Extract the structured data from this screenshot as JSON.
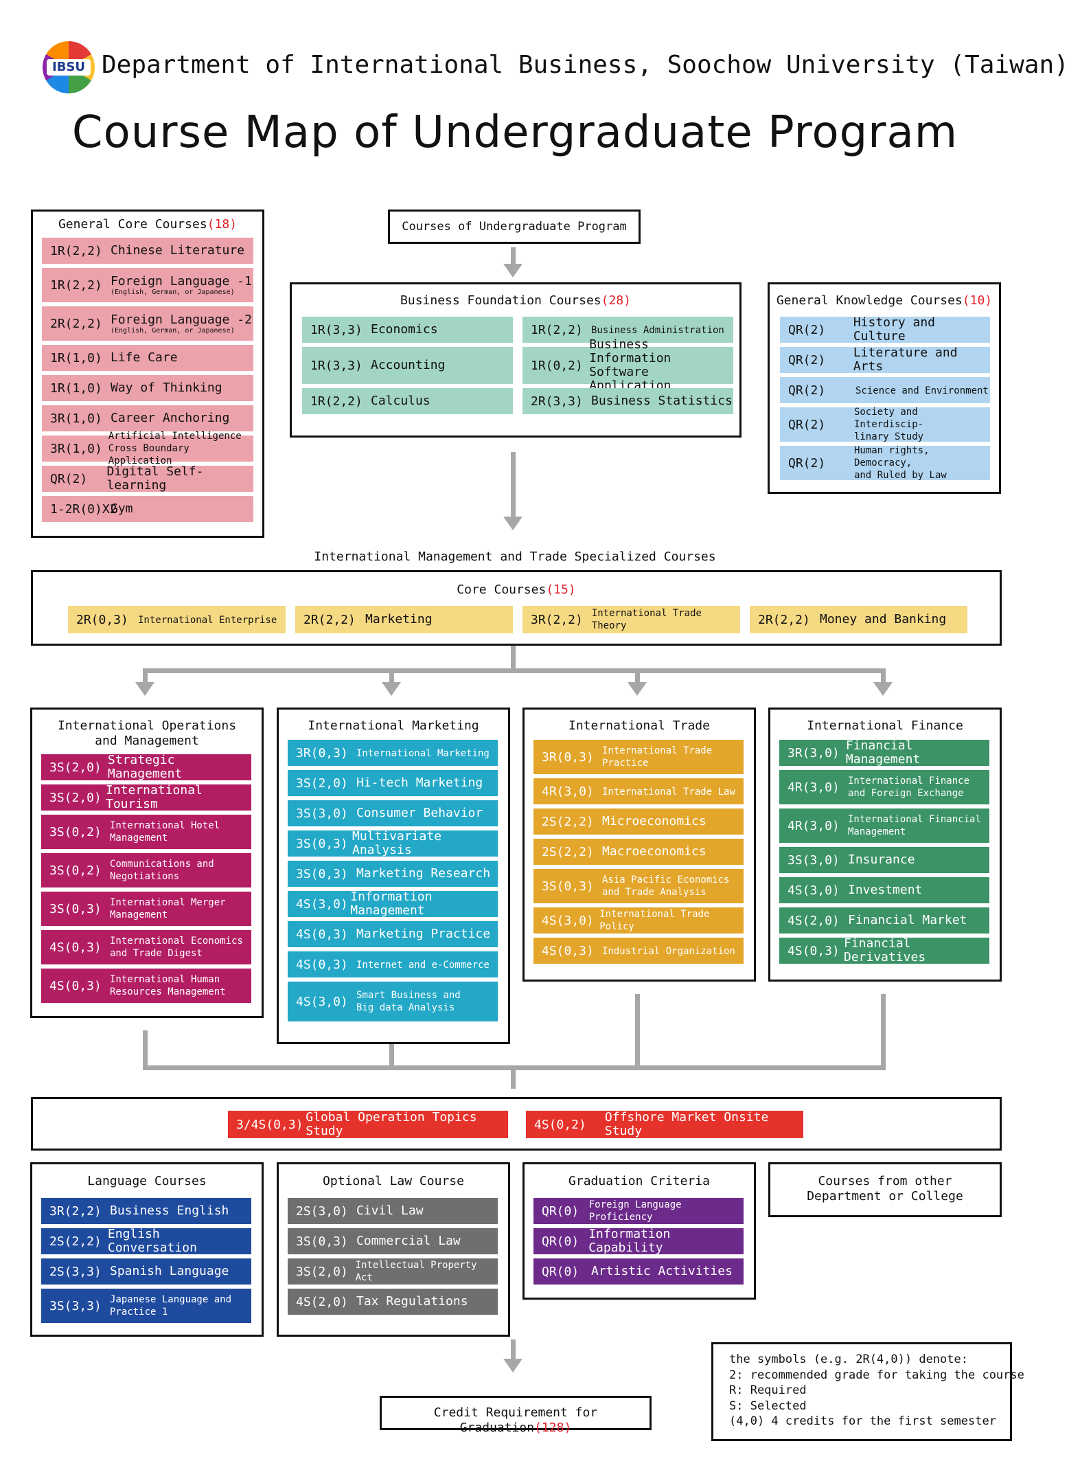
{
  "header": {
    "logo_text": "IBSU",
    "dept_title": "Department of International Business, Soochow University (Taiwan)",
    "map_title": "Course Map of Undergraduate Program"
  },
  "general_core": {
    "title": "General Core Courses",
    "credits": "(18)",
    "items": [
      {
        "code": "1R(2,2)",
        "name": "Chinese Literature",
        "sub": ""
      },
      {
        "code": "1R(2,2)",
        "name": "Foreign Language -1",
        "sub": "(English, German, or Japanese)"
      },
      {
        "code": "2R(2,2)",
        "name": "Foreign Language -2",
        "sub": "(English, German, or Japanese)"
      },
      {
        "code": "1R(1,0)",
        "name": "Life Care",
        "sub": ""
      },
      {
        "code": "1R(1,0)",
        "name": "Way of Thinking",
        "sub": ""
      },
      {
        "code": "3R(1,0)",
        "name": "Career Anchoring",
        "sub": ""
      },
      {
        "code": "3R(1,0)",
        "name": "Artificial Intelligence\nCross Boundary Application",
        "sub": ""
      },
      {
        "code": "QR(2)",
        "name": "Digital Self-learning",
        "sub": ""
      },
      {
        "code": "1-2R(0)X2",
        "name": "Gym",
        "sub": ""
      }
    ]
  },
  "program_box": {
    "title": "Courses of Undergraduate Program"
  },
  "business_foundation": {
    "title": "Business Foundation Courses",
    "credits": "(28)",
    "items": [
      {
        "code": "1R(3,3)",
        "name": "Economics"
      },
      {
        "code": "1R(2,2)",
        "name": "Business Administration"
      },
      {
        "code": "1R(3,3)",
        "name": "Accounting"
      },
      {
        "code": "1R(0,2)",
        "name": "Business Information\nSoftware Application"
      },
      {
        "code": "1R(2,2)",
        "name": "Calculus"
      },
      {
        "code": "2R(3,3)",
        "name": "Business Statistics"
      }
    ]
  },
  "general_knowledge": {
    "title": "General Knowledge Courses",
    "credits": "(10)",
    "items": [
      {
        "code": "QR(2)",
        "name": "History and Culture"
      },
      {
        "code": "QR(2)",
        "name": "Literature and Arts"
      },
      {
        "code": "QR(2)",
        "name": "Science and Environment"
      },
      {
        "code": "QR(2)",
        "name": "Society and Interdiscip-\nlinary Study"
      },
      {
        "code": "QR(2)",
        "name": "Human rights, Democracy,\nand Ruled by Law"
      }
    ]
  },
  "specialized": {
    "title": "International Management and Trade Specialized Courses",
    "core_title": "Core Courses",
    "core_credits": "(15)",
    "core_items": [
      {
        "code": "2R(0,3)",
        "name": "International Enterprise"
      },
      {
        "code": "2R(2,2)",
        "name": "Marketing"
      },
      {
        "code": "3R(2,2)",
        "name": "International Trade Theory"
      },
      {
        "code": "2R(2,2)",
        "name": "Money and Banking"
      }
    ]
  },
  "tracks": [
    {
      "title": "International Operations\nand Management",
      "items": [
        {
          "code": "3S(2,0)",
          "name": "Strategic Management"
        },
        {
          "code": "3S(2,0)",
          "name": "International Tourism"
        },
        {
          "code": "3S(0,2)",
          "name": "International Hotel\nManagement"
        },
        {
          "code": "3S(0,2)",
          "name": "Communications and\nNegotiations"
        },
        {
          "code": "3S(0,3)",
          "name": "International Merger\nManagement"
        },
        {
          "code": "4S(0,3)",
          "name": "International Economics\nand Trade Digest"
        },
        {
          "code": "4S(0,3)",
          "name": "International Human\nResources Management"
        }
      ]
    },
    {
      "title": "International Marketing",
      "items": [
        {
          "code": "3R(0,3)",
          "name": "International Marketing"
        },
        {
          "code": "3S(2,0)",
          "name": "Hi-tech Marketing"
        },
        {
          "code": "3S(3,0)",
          "name": "Consumer Behavior"
        },
        {
          "code": "3S(0,3)",
          "name": "Multivariate Analysis"
        },
        {
          "code": "3S(0,3)",
          "name": "Marketing Research"
        },
        {
          "code": "4S(3,0)",
          "name": "Information Management"
        },
        {
          "code": "4S(0,3)",
          "name": "Marketing Practice"
        },
        {
          "code": "4S(0,3)",
          "name": "Internet and e-Commerce"
        },
        {
          "code": "4S(3,0)",
          "name": "Smart Business and\nBig data Analysis"
        }
      ]
    },
    {
      "title": "International Trade",
      "items": [
        {
          "code": "3R(0,3)",
          "name": "International Trade\nPractice"
        },
        {
          "code": "4R(3,0)",
          "name": "International Trade Law"
        },
        {
          "code": "2S(2,2)",
          "name": "Microeconomics"
        },
        {
          "code": "2S(2,2)",
          "name": "Macroeconomics"
        },
        {
          "code": "3S(0,3)",
          "name": "Asia Pacific Economics\nand Trade Analysis"
        },
        {
          "code": "4S(3,0)",
          "name": "International Trade Policy"
        },
        {
          "code": "4S(0,3)",
          "name": "Industrial Organization"
        }
      ]
    },
    {
      "title": "International Finance",
      "items": [
        {
          "code": "3R(3,0)",
          "name": "Financial Management"
        },
        {
          "code": "4R(3,0)",
          "name": "International Finance\nand Foreign Exchange"
        },
        {
          "code": "4R(3,0)",
          "name": "International Financial\nManagement"
        },
        {
          "code": "3S(3,0)",
          "name": "Insurance"
        },
        {
          "code": "4S(3,0)",
          "name": "Investment"
        },
        {
          "code": "4S(2,0)",
          "name": "Financial Market"
        },
        {
          "code": "4S(0,3)",
          "name": "Financial Derivatives"
        }
      ]
    }
  ],
  "global_items": [
    {
      "code": "3/4S(0,3)",
      "name": "Global Operation Topics Study"
    },
    {
      "code": "4S(0,2)",
      "name": "Offshore Market Onsite Study"
    }
  ],
  "language": {
    "title": "Language Courses",
    "items": [
      {
        "code": "3R(2,2)",
        "name": "Business English"
      },
      {
        "code": "2S(2,2)",
        "name": "English Conversation"
      },
      {
        "code": "2S(3,3)",
        "name": "Spanish Language"
      },
      {
        "code": "3S(3,3)",
        "name": "Japanese Language and\nPractice 1"
      }
    ]
  },
  "law": {
    "title": "Optional Law Course",
    "items": [
      {
        "code": "2S(3,0)",
        "name": "Civil Law"
      },
      {
        "code": "3S(0,3)",
        "name": "Commercial Law"
      },
      {
        "code": "3S(2,0)",
        "name": "Intellectual Property Act"
      },
      {
        "code": "4S(2,0)",
        "name": "Tax Regulations"
      }
    ]
  },
  "graduation": {
    "title": "Graduation Criteria",
    "items": [
      {
        "code": "QR(0)",
        "name": "Foreign Language Proficiency"
      },
      {
        "code": "QR(0)",
        "name": "Information Capability"
      },
      {
        "code": "QR(0)",
        "name": "Artistic Activities"
      }
    ]
  },
  "other_dept": {
    "title": "Courses from other\nDepartment or College"
  },
  "credit_req": {
    "title": "Credit Requirement for Graduation",
    "credits": "(128)"
  },
  "legend": {
    "lines": [
      "the symbols (e.g. 2R(4,0)) denote:",
      "2: recommended grade for taking the course",
      "R: Required",
      "S: Selected",
      "(4,0) 4 credits for the first semester"
    ]
  },
  "colors": {
    "general_core": "#eba2ab",
    "business": "#a3d5c4",
    "knowledge": "#b1d5f0",
    "core": "#f6d983",
    "operations": "#b31e63",
    "marketing": "#23a8c8",
    "trade": "#e3a62b",
    "finance": "#3b9366",
    "global": "#e5322b",
    "language": "#1f4b9f",
    "law": "#6f6f6f",
    "graduation": "#6c2a8a",
    "accent_red": "#e0202a",
    "connector": "#a7a7a7"
  }
}
